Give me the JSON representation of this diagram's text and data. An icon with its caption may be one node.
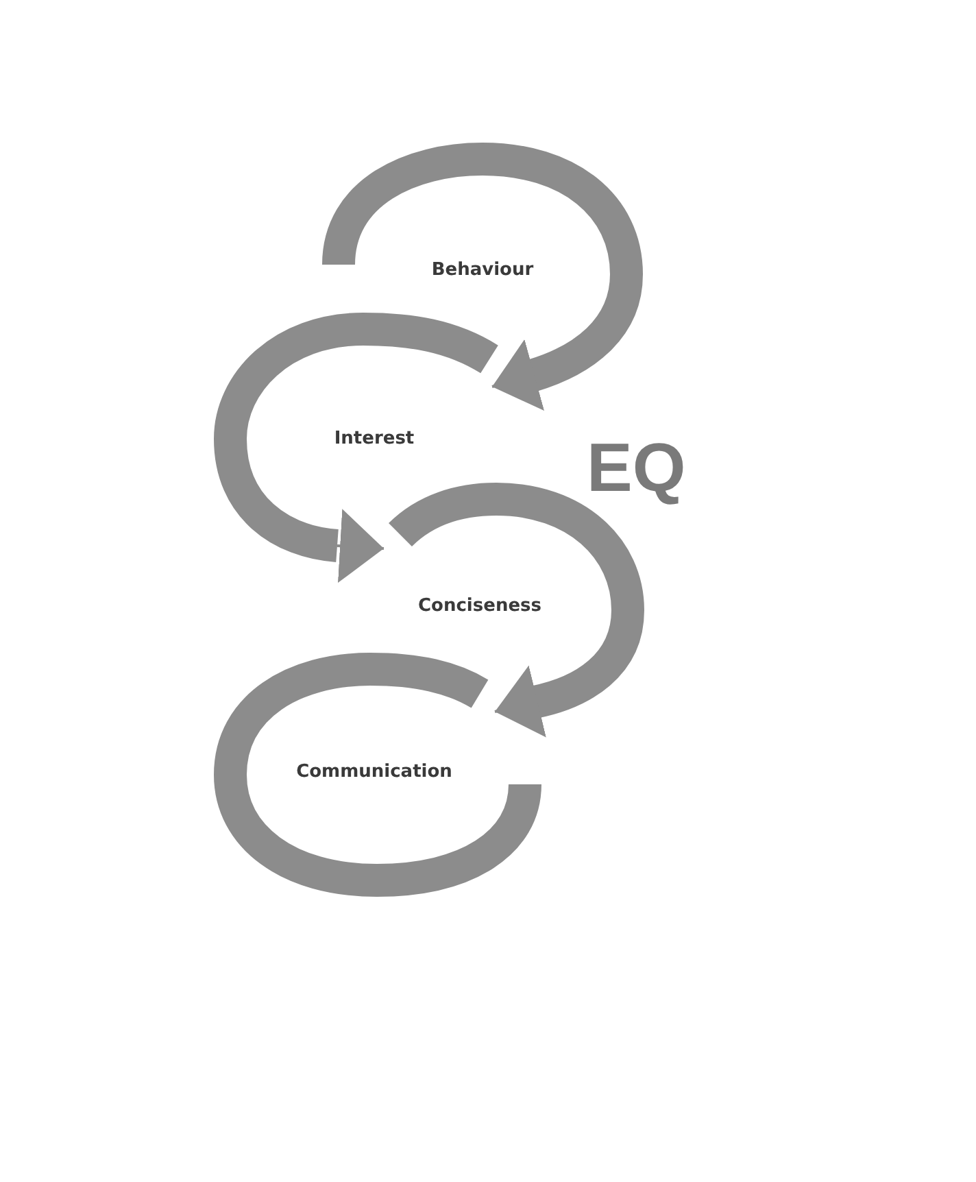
{
  "diagram": {
    "nodes": [
      {
        "text": [
          "Behaviour"
        ]
      },
      {
        "text": [
          "Interest"
        ]
      },
      {
        "text": [
          "Conciseness"
        ]
      },
      {
        "text": [
          "Communication"
        ]
      }
    ],
    "edges": [
      {
        "from": 0,
        "to": 1,
        "arrow": "to"
      },
      {
        "from": 1,
        "to": 2,
        "arrow": "to"
      },
      {
        "from": 2,
        "to": 3,
        "arrow": "to"
      }
    ],
    "labels": [
      "EQ"
    ]
  }
}
